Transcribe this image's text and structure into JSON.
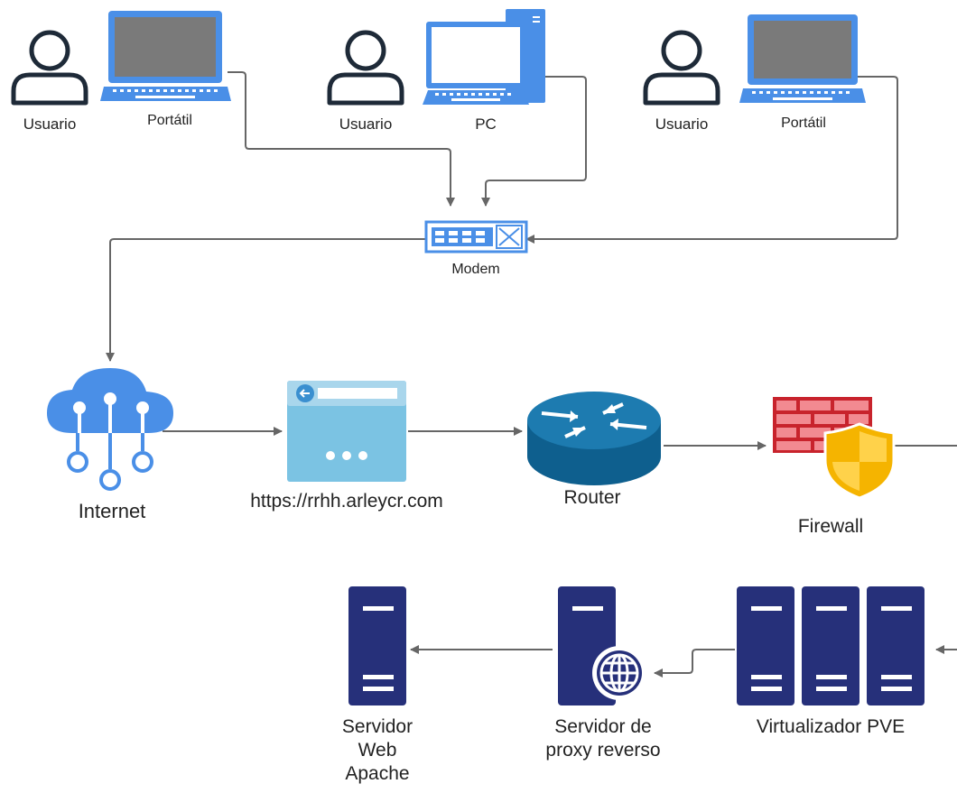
{
  "labels": {
    "user1": "Usuario",
    "laptop1": "Portátil",
    "user2": "Usuario",
    "pc": "PC",
    "user3": "Usuario",
    "laptop2": "Portátil",
    "modem": "Modem",
    "internet": "Internet",
    "website": "https://rrhh.arleycr.com",
    "router": "Router",
    "firewall": "Firewall",
    "virtualizer": "Virtualizador PVE",
    "proxy_line1": "Servidor de",
    "proxy_line2": "proxy reverso",
    "apache_line1": "Servidor",
    "apache_line2": "Web",
    "apache_line3": "Apache"
  },
  "colors": {
    "device_blue": "#4a8fe7",
    "server_navy": "#26307a",
    "router_blue": "#1d7bb0",
    "firewall_red": "#c8232c",
    "shield_yellow": "#f5b400",
    "connector": "#666666"
  },
  "icons": [
    "user-icon",
    "laptop-icon",
    "pc-icon",
    "modem-icon",
    "cloud-icon",
    "browser-icon",
    "router-icon",
    "firewall-icon",
    "server-icon"
  ]
}
